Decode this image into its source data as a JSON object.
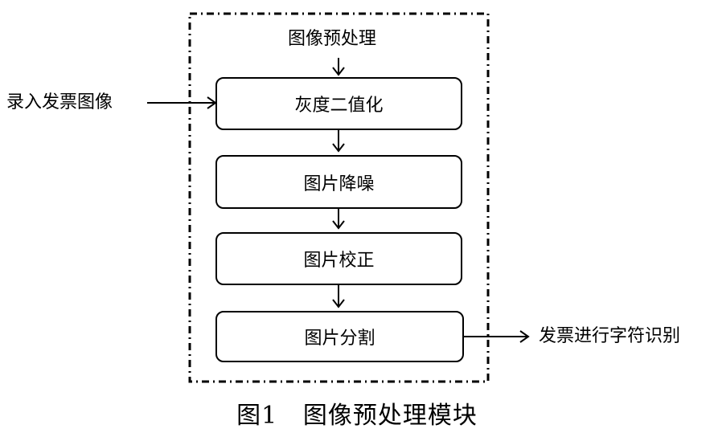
{
  "diagram": {
    "container_title": "图像预处理",
    "input_label": "录入发票图像",
    "output_label": "发票进行字符识别",
    "steps": [
      {
        "label": "灰度二值化"
      },
      {
        "label": "图片降噪"
      },
      {
        "label": "图片校正"
      },
      {
        "label": "图片分割"
      }
    ]
  },
  "caption": {
    "text": "图1   图像预处理模块"
  }
}
